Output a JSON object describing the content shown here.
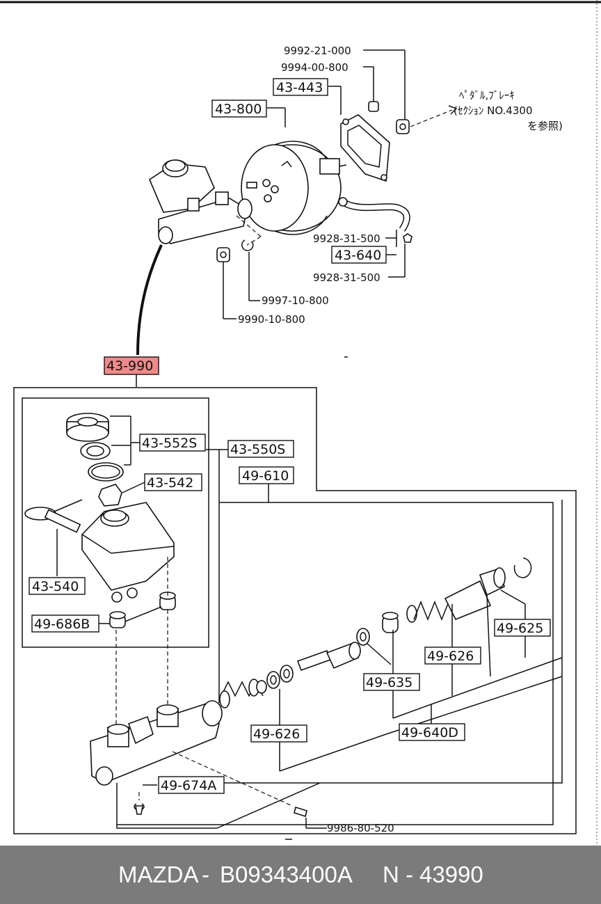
{
  "callouts": {
    "p9992_21_000": "9992-21-000",
    "p9994_00_800": "9994-00-800",
    "p43_443": "43-443",
    "p43_800": "43-800",
    "note_line1": "ﾍﾟﾀﾞﾙ,ﾌﾞﾚｰｷ",
    "note_line2": "(ｾｸｼｮﾝ NO.4300",
    "note_line3": "を参照)",
    "p9928_31_500_a": "9928-31-500",
    "p43_640": "43-640",
    "p9928_31_500_b": "9928-31-500",
    "p9997_10_800": "9997-10-800",
    "p9990_10_800": "9990-10-800",
    "p43_990": "43-990",
    "p43_552S": "43-552S",
    "p43_550S": "43-550S",
    "p43_542": "43-542",
    "p49_610": "49-610",
    "p43_540": "43-540",
    "p49_686B": "49-686B",
    "p49_625": "49-625",
    "p49_626_a": "49-626",
    "p49_635": "49-635",
    "p49_626_b": "49-626",
    "p49_640D": "49-640D",
    "p49_674A": "49-674A",
    "p9986_80_520": "9986-80-520"
  },
  "highlight_color": "#f08a8a",
  "footer": {
    "brand": "MAZDA",
    "sep1": "-",
    "part_number": "B09343400A",
    "letter": "N",
    "sep2": "-",
    "code": "43990"
  }
}
